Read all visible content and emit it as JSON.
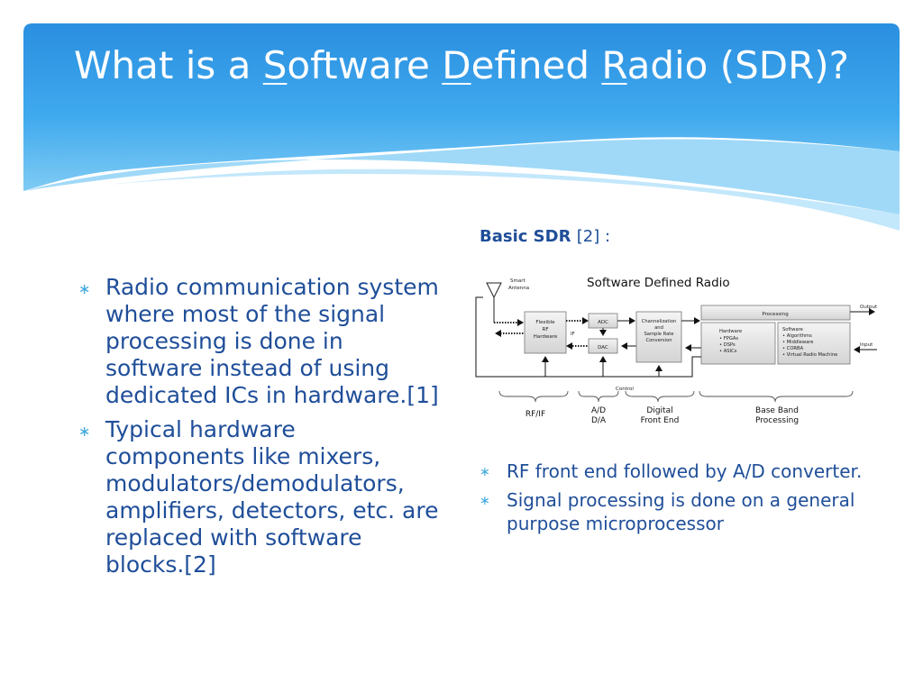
{
  "slide": {
    "title_parts": [
      "What is a ",
      "S",
      "oftware ",
      "D",
      "efined ",
      "R",
      "adio (SDR)?"
    ]
  },
  "colors": {
    "header_blue": "#2e9ee3",
    "text_blue": "#1f4e99",
    "bullet_marker": "#3ea8dd"
  },
  "bullet_marker": "∗",
  "left_bullets": [
    "Radio communication system where most of the signal processing is done in software instead of using dedicated ICs in hardware.[1]",
    "Typical hardware components like mixers, modulators/demodulators, amplifiers, detectors, etc. are replaced with software blocks.[2]"
  ],
  "diagram_caption": {
    "text": "Basic SDR ",
    "ref": "[2] :"
  },
  "right_bullets": [
    "RF front end followed by A/D converter.",
    "Signal processing is done  on a general purpose microprocessor"
  ],
  "diagram": {
    "title": "Software Defined Radio",
    "antenna": [
      "Smart",
      "Antenna"
    ],
    "rf_block": [
      "Flexible",
      "RF",
      "Hardware"
    ],
    "if_label": "IF",
    "adc": "ADC",
    "dac": "DAC",
    "channelization": [
      "Channelization",
      "and",
      "Sample Rate",
      "Conversion"
    ],
    "processing": "Processing",
    "hardware_title": "Hardware",
    "hardware_items": [
      "• FPGAs",
      "• DSPs",
      "• ASICs"
    ],
    "software_title": "Software",
    "software_items": [
      "• Algorithms",
      "• Middleware",
      "• CORBA",
      "• Virtual Radio Machine"
    ],
    "output_label": "Output",
    "input_label": "Input",
    "control_label": "Control",
    "section_labels": [
      [
        "RF/IF"
      ],
      [
        "A/D",
        "D/A"
      ],
      [
        "Digital",
        "Front End"
      ],
      [
        "Base Band",
        "Processing"
      ]
    ]
  }
}
